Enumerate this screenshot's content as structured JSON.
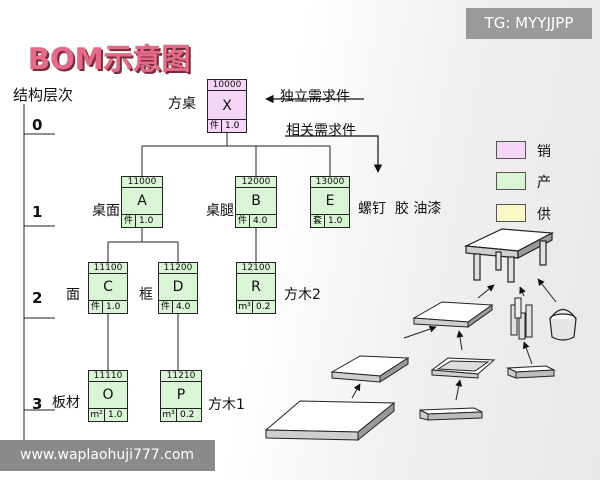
{
  "watermark": {
    "tg": "TG: MYYJJPP",
    "url": "www.waplaohuji777.com"
  },
  "title": "BOM示意图",
  "axis_title": "结构层次",
  "levels": [
    "0",
    "1",
    "2",
    "3"
  ],
  "nodes": {
    "x": {
      "code": "10000",
      "letter": "X",
      "unit": "件",
      "qty": "1.0",
      "label": "方桌"
    },
    "a": {
      "code": "11000",
      "letter": "A",
      "unit": "件",
      "qty": "1.0",
      "label": "桌面"
    },
    "b": {
      "code": "12000",
      "letter": "B",
      "unit": "件",
      "qty": "4.0",
      "label": "桌腿"
    },
    "e": {
      "code": "13000",
      "letter": "E",
      "unit": "套",
      "qty": "1.0",
      "label": "螺钉  胶 油漆"
    },
    "c": {
      "code": "11100",
      "letter": "C",
      "unit": "件",
      "qty": "1.0",
      "label": "面"
    },
    "d": {
      "code": "11200",
      "letter": "D",
      "unit": "件",
      "qty": "4.0",
      "label": "框"
    },
    "r": {
      "code": "12100",
      "letter": "R",
      "unit": "m³",
      "qty": "0.2",
      "label": "方木2"
    },
    "o": {
      "code": "11110",
      "letter": "O",
      "unit": "m²",
      "qty": "1.0",
      "label": "板材"
    },
    "p": {
      "code": "11210",
      "letter": "P",
      "unit": "m³",
      "qty": "0.2",
      "label": "方木1"
    }
  },
  "annotations": {
    "independent": "独立需求件",
    "dependent": "相关需求件"
  },
  "legend": [
    {
      "label": "销",
      "color": "#f6d6f6"
    },
    {
      "label": "产",
      "color": "#daf5d6"
    },
    {
      "label": "供",
      "color": "#fbf8c8"
    }
  ]
}
